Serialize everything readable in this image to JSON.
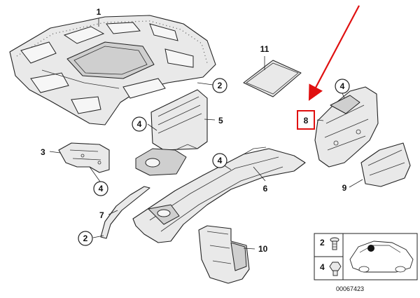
{
  "callouts": {
    "c1": "1",
    "c2a": "2",
    "c2b": "2",
    "c3": "3",
    "c4a": "4",
    "c4b": "4",
    "c4c": "4",
    "c4d": "4",
    "c5": "5",
    "c6": "6",
    "c7": "7",
    "c8": "8",
    "c9": "9",
    "c10": "10",
    "c11": "11"
  },
  "legend": {
    "l2": "2",
    "l4": "4"
  },
  "diagram_number": "00067423",
  "colors": {
    "highlight": "#e01010",
    "ink": "#222222",
    "fill": "#e9e9e9"
  }
}
